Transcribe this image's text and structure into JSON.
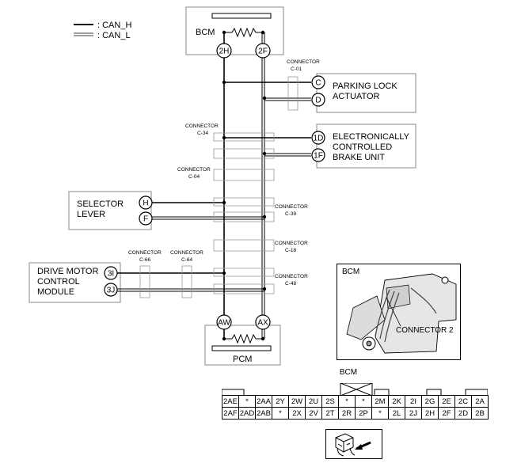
{
  "legend": {
    "can_h": ": CAN_H",
    "can_l": ": CAN_L"
  },
  "modules": {
    "bcm": "BCM",
    "pcm": "PCM",
    "parking_lock": [
      "PARKING LOCK",
      "ACTUATOR"
    ],
    "brake_unit": [
      "ELECTRONICALLY",
      "CONTROLLED",
      "BRAKE UNIT"
    ],
    "selector": [
      "SELECTOR",
      "LEVER"
    ],
    "drive_motor": [
      "DRIVE MOTOR",
      "CONTROL",
      "MODULE"
    ]
  },
  "pins": {
    "bcm_h": "2H",
    "bcm_l": "2F",
    "pcm_h": "AW",
    "pcm_l": "AX",
    "parking_h": "C",
    "parking_l": "D",
    "brake_h": "1D",
    "brake_l": "1F",
    "selector_h": "H",
    "selector_l": "F",
    "drive_h": "3I",
    "drive_l": "3J"
  },
  "connectors": {
    "c01": [
      "CONNECTOR",
      "C-01"
    ],
    "c34": [
      "CONNECTOR",
      "C-34"
    ],
    "c04": [
      "CONNECTOR",
      "C-04"
    ],
    "c39": [
      "CONNECTOR",
      "C-39"
    ],
    "c18": [
      "CONNECTOR",
      "C-18"
    ],
    "c66": [
      "CONNECTOR",
      "C-66"
    ],
    "c64": [
      "CONNECTOR",
      "C-64"
    ],
    "c48": [
      "CONNECTOR",
      "C-48"
    ]
  },
  "photo": {
    "title": "BCM",
    "callout": "CONNECTOR 2"
  },
  "pinout": {
    "title": "BCM",
    "row1": [
      "2AE",
      "*",
      "2AA",
      "2Y",
      "2W",
      "2U",
      "2S",
      "*",
      "*",
      "2M",
      "2K",
      "2I",
      "2G",
      "2E",
      "2C",
      "2A"
    ],
    "row2": [
      "2AF",
      "2AD",
      "2AB",
      "*",
      "2X",
      "2V",
      "2T",
      "2R",
      "2P",
      "*",
      "2L",
      "2J",
      "2H",
      "2F",
      "2D",
      "2B"
    ]
  }
}
